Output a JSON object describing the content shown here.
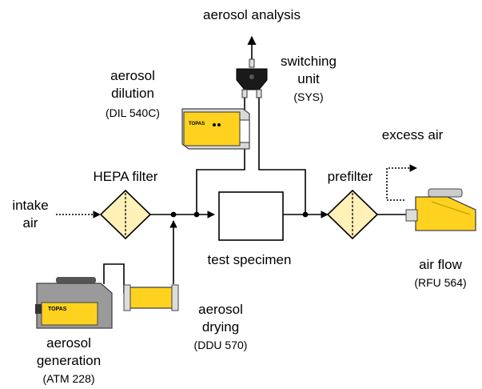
{
  "labels": {
    "aerosol_analysis": "aerosol analysis",
    "switching_unit": [
      "switching",
      "unit",
      "(SYS)"
    ],
    "aerosol_dilution": [
      "aerosol",
      "dilution",
      "(DIL 540C)"
    ],
    "excess_air": "excess air",
    "hepa_filter": "HEPA filter",
    "prefilter": "prefilter",
    "intake_air": [
      "intake",
      "air"
    ],
    "test_specimen": "test specimen",
    "air_flow": [
      "air flow",
      "(RFU 564)"
    ],
    "aerosol_drying": [
      "aerosol",
      "drying",
      "(DDU 570)"
    ],
    "aerosol_generation": [
      "aerosol",
      "generation",
      "(ATM 228)"
    ]
  },
  "device_logo": "TOPAS",
  "colors": {
    "yellow": "#ffd21f",
    "filter_fill": "#fff1b8",
    "gray_body": "#9a9a9a",
    "dark": "#1a1a1a"
  }
}
